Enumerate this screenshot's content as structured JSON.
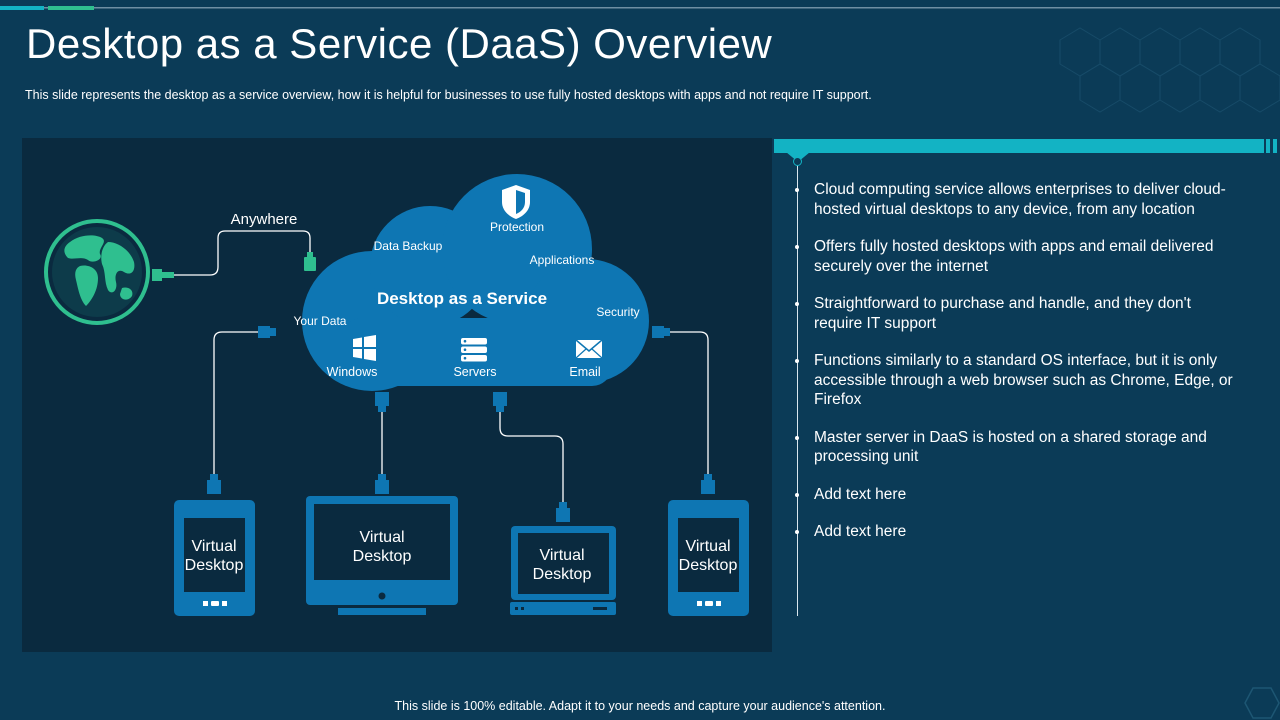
{
  "page": {
    "title": "Desktop as a Service (DaaS) Overview",
    "subtitle": "This slide represents the desktop as a service overview,  how it is helpful for businesses to use fully hosted desktops with apps and not require IT support.",
    "footer": "This slide is 100% editable. Adapt it to your needs and capture your audience's attention."
  },
  "colors": {
    "background": "#0b3b57",
    "panel": "#0a2a3f",
    "accent_teal": "#13b3c4",
    "device_blue": "#0e76b3",
    "globe_green": "#2fbf8f"
  },
  "diagram": {
    "globe_label": "Anywhere",
    "cloud_title": "Desktop as a Service",
    "cloud_labels": {
      "protection": "Protection",
      "data_backup": "Data Backup",
      "applications": "Applications",
      "your_data": "Your Data",
      "security": "Security"
    },
    "cloud_icons": [
      {
        "icon": "windows-icon",
        "label": "Windows"
      },
      {
        "icon": "servers-icon",
        "label": "Servers"
      },
      {
        "icon": "email-icon",
        "label": "Email"
      }
    ],
    "devices": [
      {
        "type": "phone",
        "line1": "Virtual",
        "line2": "Desktop"
      },
      {
        "type": "monitor",
        "line1": "Virtual",
        "line2": "Desktop"
      },
      {
        "type": "laptop",
        "line1": "Virtual",
        "line2": "Desktop"
      },
      {
        "type": "phone",
        "line1": "Virtual",
        "line2": "Desktop"
      }
    ]
  },
  "bullets": [
    "Cloud computing service allows enterprises to deliver cloud-hosted virtual desktops to any device, from any location",
    "Offers fully hosted desktops with apps and email delivered securely over the internet",
    "Straightforward to purchase and handle, and they don't require IT support",
    "Functions similarly to a standard OS interface, but it is only accessible through a web browser such as Chrome, Edge, or Firefox",
    "Master server in DaaS is hosted on a shared storage and processing unit",
    "Add text here",
    "Add text here"
  ]
}
